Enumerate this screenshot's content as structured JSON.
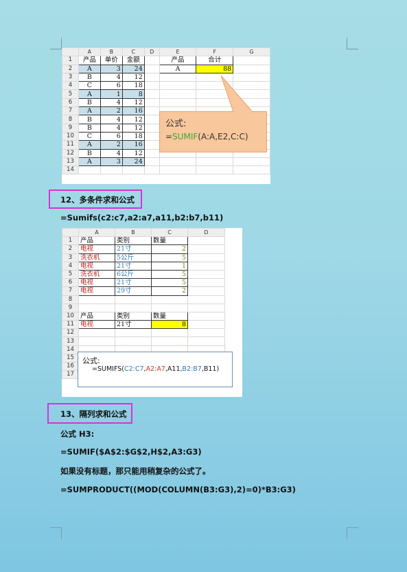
{
  "sheet1": {
    "col_headers": [
      "",
      "A",
      "B",
      "C",
      "D",
      "E",
      "F",
      "G"
    ],
    "rows": [
      {
        "n": "1",
        "a": "产品",
        "b": "单价",
        "c": "金额",
        "e": "产品",
        "f": "合计"
      },
      {
        "n": "2",
        "a": "A",
        "b": "3",
        "c": "24",
        "e": "A",
        "f": "88"
      },
      {
        "n": "3",
        "a": "B",
        "b": "4",
        "c": "12"
      },
      {
        "n": "4",
        "a": "C",
        "b": "6",
        "c": "18"
      },
      {
        "n": "5",
        "a": "A",
        "b": "1",
        "c": "8"
      },
      {
        "n": "6",
        "a": "B",
        "b": "4",
        "c": "12"
      },
      {
        "n": "7",
        "a": "A",
        "b": "2",
        "c": "16"
      },
      {
        "n": "8",
        "a": "B",
        "b": "4",
        "c": "12"
      },
      {
        "n": "9",
        "a": "B",
        "b": "4",
        "c": "12"
      },
      {
        "n": "10",
        "a": "C",
        "b": "6",
        "c": "18"
      },
      {
        "n": "11",
        "a": "A",
        "b": "2",
        "c": "16"
      },
      {
        "n": "12",
        "a": "B",
        "b": "4",
        "c": "12"
      },
      {
        "n": "13",
        "a": "A",
        "b": "3",
        "c": "24"
      },
      {
        "n": "14"
      }
    ],
    "callout_label": "公式:",
    "callout_prefix": "=",
    "callout_func": "SUMIF",
    "callout_args": "(A:A,E2,C:C)"
  },
  "section12": {
    "heading": "12、多条件求和公式",
    "formula": "=Sumifs(c2:c7,a2:a7,a11,b2:b7,b11)"
  },
  "sheet2": {
    "col_headers": [
      "",
      "A",
      "B",
      "C",
      "D"
    ],
    "rows": [
      {
        "n": "1",
        "a": "产品",
        "b": "类别",
        "c": "数量"
      },
      {
        "n": "2",
        "a": "电视",
        "b": "21寸",
        "c": "2"
      },
      {
        "n": "3",
        "a": "洗衣机",
        "b": "5公斤",
        "c": "5"
      },
      {
        "n": "4",
        "a": "电视",
        "b": "21寸",
        "c": "1"
      },
      {
        "n": "5",
        "a": "洗衣机",
        "b": "6公斤",
        "c": "5"
      },
      {
        "n": "6",
        "a": "电视",
        "b": "21寸",
        "c": "5"
      },
      {
        "n": "7",
        "a": "电视",
        "b": "29寸",
        "c": "2"
      },
      {
        "n": "8"
      },
      {
        "n": "9"
      },
      {
        "n": "10",
        "a": "产品",
        "b": "类别",
        "c": "数量"
      },
      {
        "n": "11",
        "a": "电视",
        "b": "21寸",
        "c": "8"
      },
      {
        "n": "12"
      },
      {
        "n": "13"
      },
      {
        "n": "14"
      },
      {
        "n": "15"
      },
      {
        "n": "16"
      },
      {
        "n": "17"
      }
    ],
    "callout_label": "公式:",
    "callout_f1": "=SUMIFS(",
    "callout_f2": "C2:C7",
    "callout_f3": ",",
    "callout_f4": "A2:A7",
    "callout_f5": ",A11,",
    "callout_f6": "B2:B7",
    "callout_f7": ",B11)"
  },
  "section13": {
    "heading": "13、隔列求和公式",
    "line1": "公式 H3:",
    "line2": "=SUMIF($A$2:$G$2,H$2,A3:G3)",
    "line3": "如果没有标题，那只能用稍复杂的公式了。",
    "line4": "=SUMPRODUCT((MOD(COLUMN(B3:G3),2)=0)*B3:G3)"
  }
}
